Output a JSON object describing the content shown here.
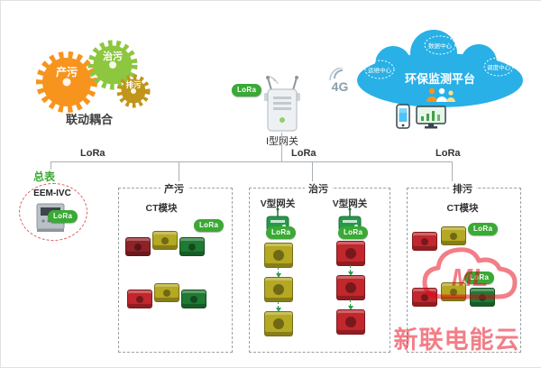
{
  "colors": {
    "accent_green": "#3aa935",
    "cloud_blue": "#29b0e6",
    "gear_orange": "#f7941d",
    "gear_green": "#8dc63f",
    "gear_gold": "#c0951a",
    "module_red": "#c1272d",
    "module_yellow": "#b5a822",
    "module_green": "#1f7a33",
    "watermark_red": "#e60012"
  },
  "gears": {
    "caption": "联动耦合",
    "items": [
      {
        "label": "产污"
      },
      {
        "label": "治污"
      },
      {
        "label": "排污"
      }
    ]
  },
  "gateway": {
    "label": "I型网关",
    "lora_badge": "LoRa"
  },
  "uplink": {
    "network_label": "4G"
  },
  "cloud": {
    "title": "环保监测平台",
    "nodes": [
      "数据中心",
      "运维中心",
      "调度中心"
    ]
  },
  "meter": {
    "group_label": "总表",
    "device_label": "EEM-IVC",
    "lora_badge": "LoRa"
  },
  "bus": {
    "labels": [
      "LoRa",
      "LoRa",
      "LoRa"
    ]
  },
  "zones": {
    "chanwu": {
      "label": "产污",
      "module_label": "CT模块",
      "lora_badge": "LoRa"
    },
    "zhiwu": {
      "label": "治污",
      "left_gateway": "V型网关",
      "right_gateway": "V型网关",
      "left_lora_badge": "LoRa",
      "right_lora_badge": "LoRa"
    },
    "paiwu": {
      "label": "排污",
      "module_label": "CT模块",
      "lora_badge": "LoRa",
      "lora_badge2": "LoRa"
    }
  },
  "watermark": {
    "brand": "新联电能云",
    "logo_letters": "ML"
  }
}
